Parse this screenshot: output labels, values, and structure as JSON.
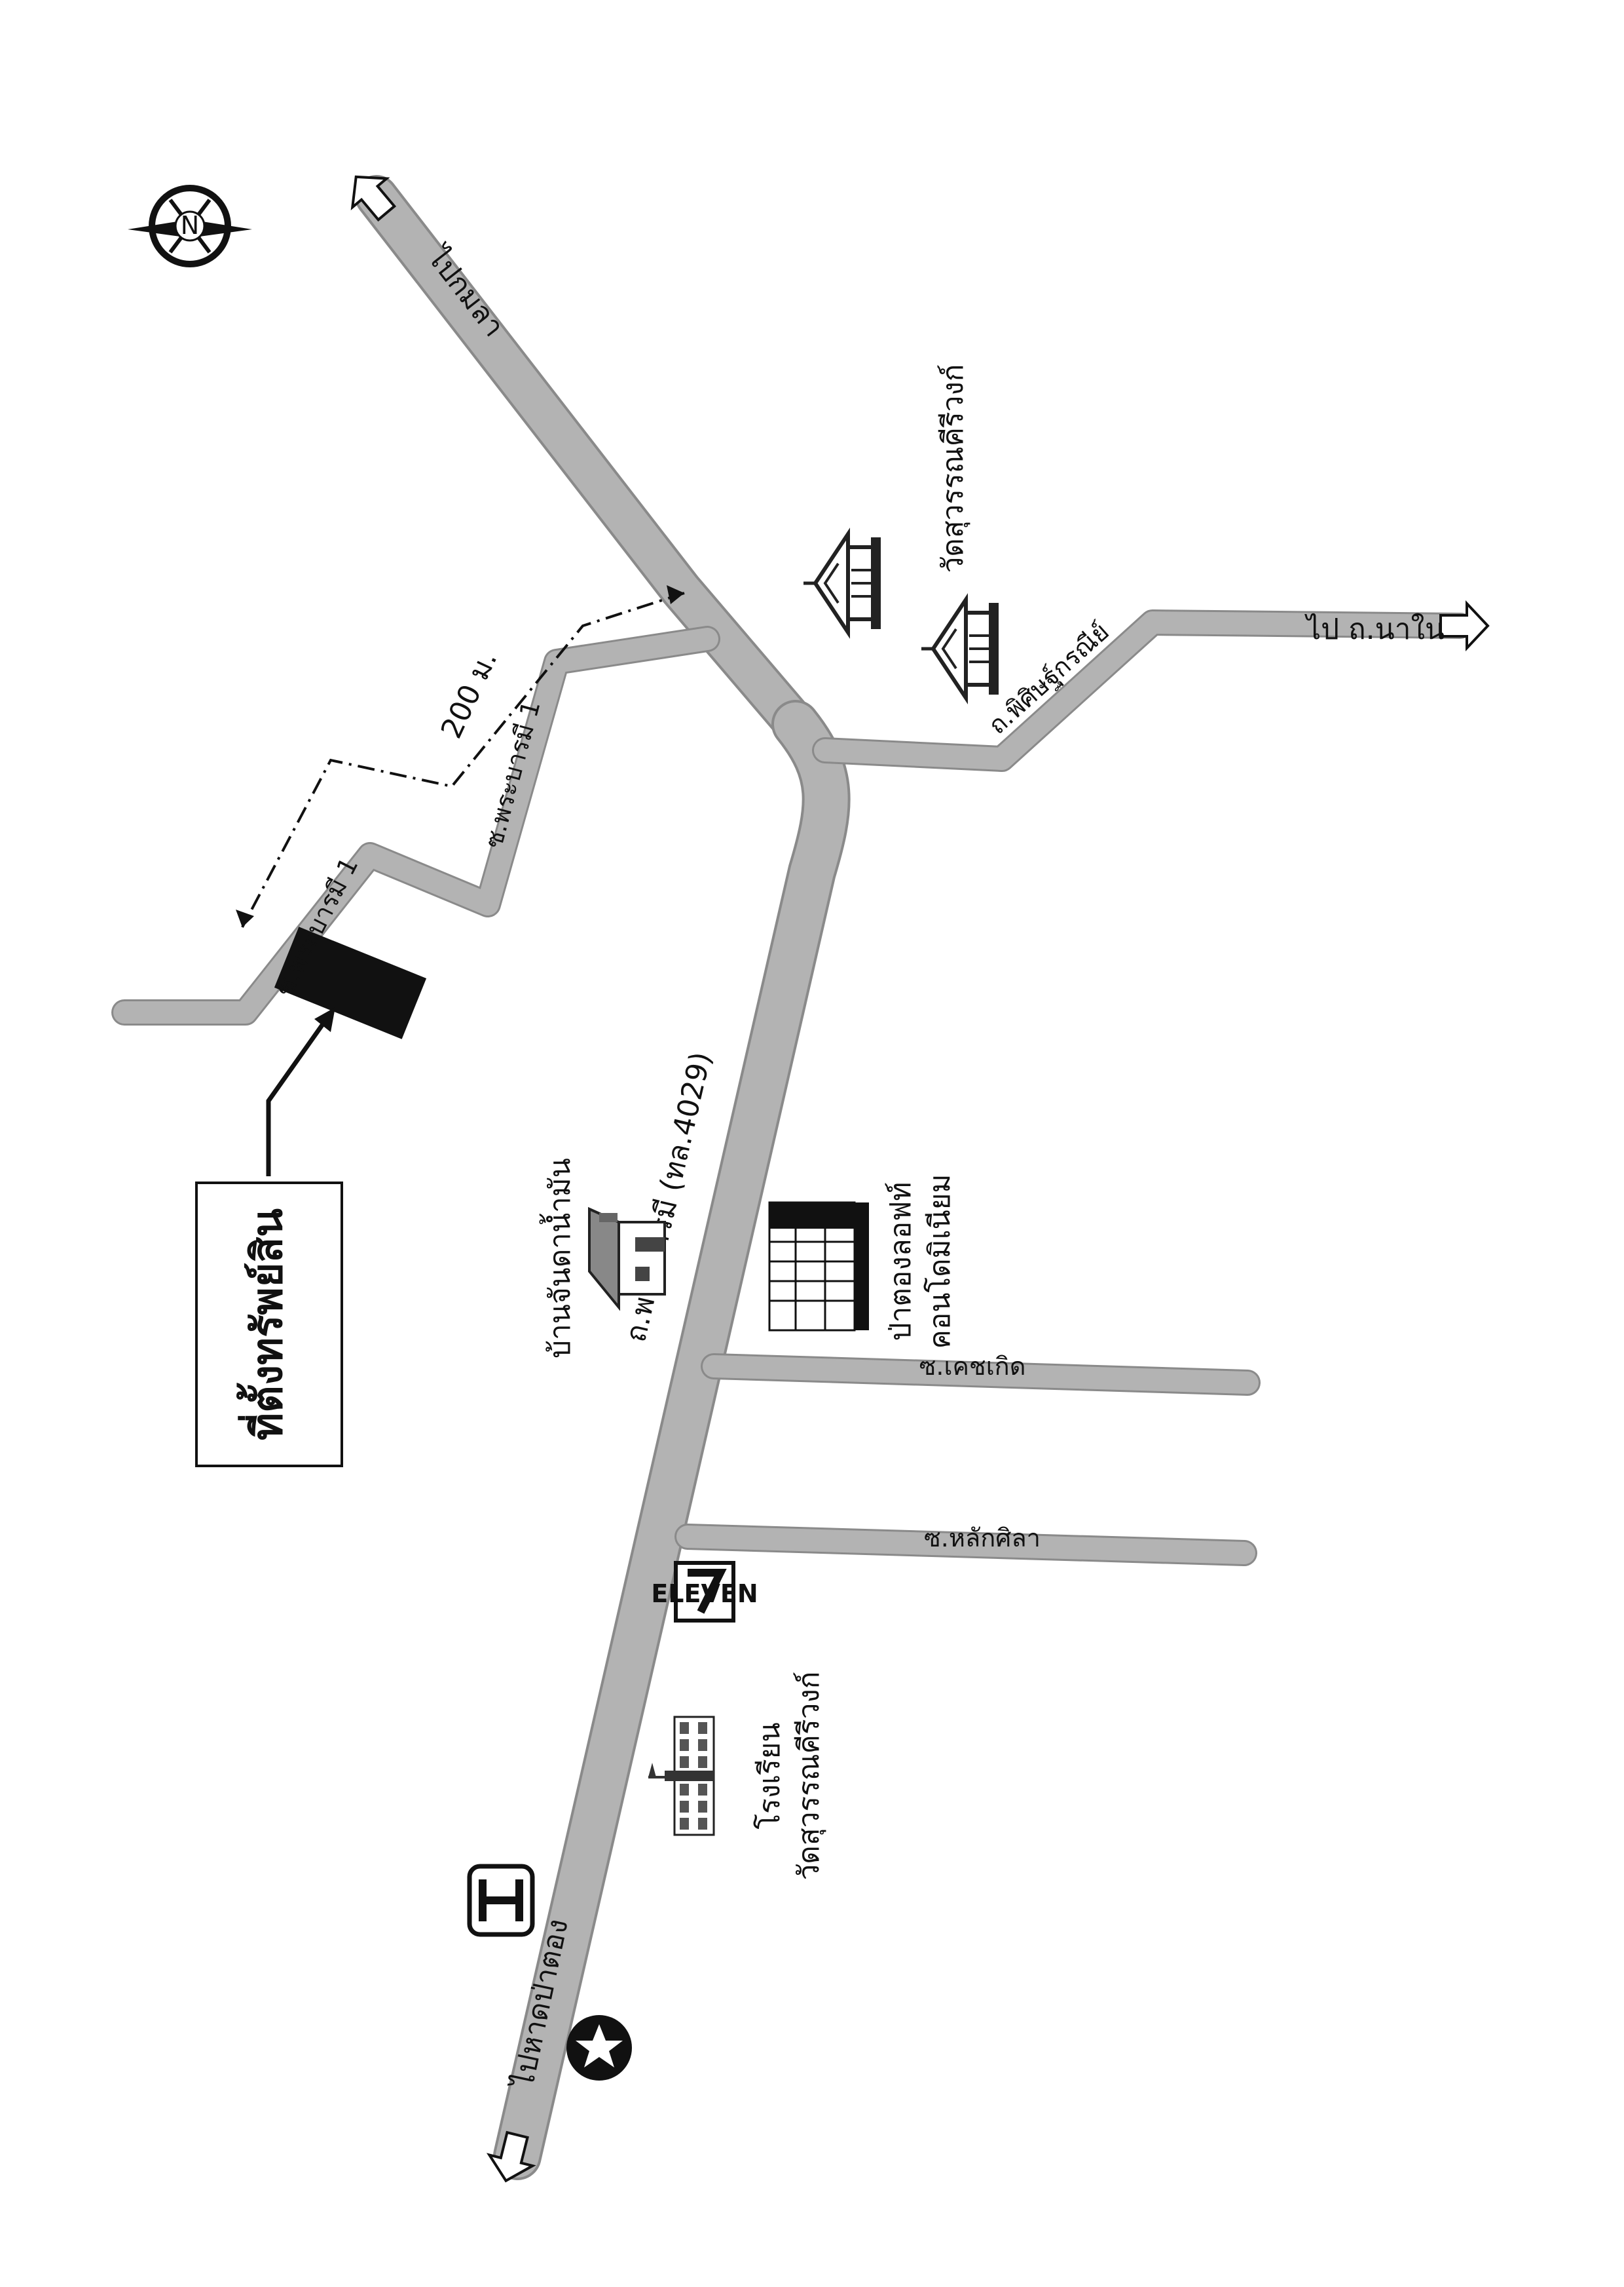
{
  "map": {
    "property_label": "ที่ตั้งทรัพย์สิน",
    "north_letter": "N",
    "route_distance": "200 ม.",
    "roads": {
      "main": "ถ.พระบารมี (ทล.4029)",
      "upper": "ไปกมลา",
      "lower": "ไปหาดป่าตอง",
      "soi_phrabarami_1_upper": "ซ.พระบารมี 1",
      "soi_phrabarami_1_lower": "ซ.พระบารมี 1",
      "phitsanu": "ถ.พิศิษฐ์กรณีย์",
      "to_nanai": "ไป ถ.นาใน",
      "soi_ketkoet": "ซ.เคชเกิด",
      "soi_laksila": "ซ.หลักศิลา"
    },
    "landmarks": {
      "temple": "วัดสุวรรณคีรีวงก์",
      "condo_line1": "ป่าตองลอฟท์",
      "condo_line2": "คอนโดมิเนียม",
      "house": "บ้านจันดาน้ำมัน",
      "school_line1": "โรงเรียน",
      "school_line2": "วัดสุวรรณคีรีวงก์",
      "seven_eleven_text": "ELEVEN"
    },
    "icons": {
      "compass": "compass-north-icon",
      "temple": "temple-icon",
      "condo": "condominium-building-icon",
      "house": "house-icon",
      "school": "school-building-icon",
      "seven_eleven": "seven-eleven-store-icon",
      "honda": "honda-logo-icon",
      "star": "star-logo-icon"
    }
  }
}
